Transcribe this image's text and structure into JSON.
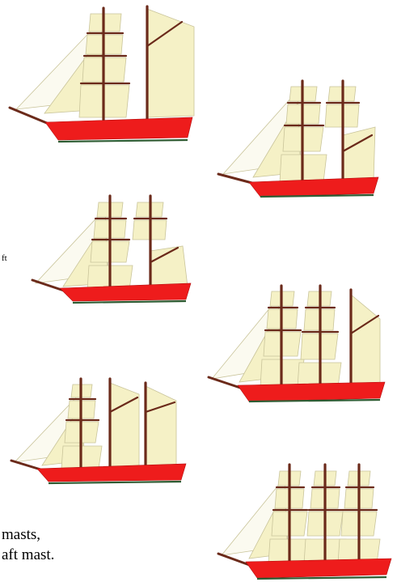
{
  "fragments": {
    "ft": "ft",
    "line1": "masts,",
    "line2": "aft mast."
  },
  "illustrations": [
    {
      "id": "ship-1",
      "label": "sailing-ship-1"
    },
    {
      "id": "ship-2",
      "label": "sailing-ship-2"
    },
    {
      "id": "ship-3",
      "label": "sailing-ship-3"
    },
    {
      "id": "ship-4",
      "label": "sailing-ship-4"
    },
    {
      "id": "ship-5",
      "label": "sailing-ship-5"
    },
    {
      "id": "ship-6",
      "label": "sailing-ship-6"
    }
  ],
  "colors": {
    "hull": "#ee1c1c",
    "sail": "#f5f1c6",
    "mast": "#6b2a1a",
    "keel": "#2f5d34"
  }
}
